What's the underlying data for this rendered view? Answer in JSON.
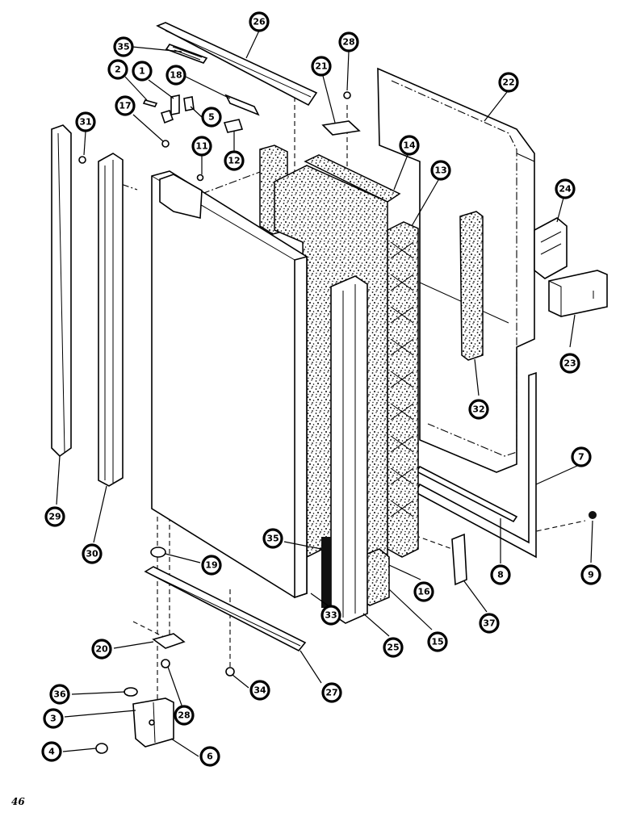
{
  "page_number": "46",
  "callouts": [
    {
      "label": "26",
      "part": "top-trim"
    },
    {
      "label": "35",
      "part": "top-foam-strip"
    },
    {
      "label": "2",
      "part": "screw"
    },
    {
      "label": "1",
      "part": "top-hinge-pin"
    },
    {
      "label": "18",
      "part": "hinge-bracket"
    },
    {
      "label": "5",
      "part": "hinge-plate"
    },
    {
      "label": "12",
      "part": "hinge-clip"
    },
    {
      "label": "17",
      "part": "bushing"
    },
    {
      "label": "11",
      "part": "screw"
    },
    {
      "label": "31",
      "part": "screw"
    },
    {
      "label": "28",
      "part": "screw"
    },
    {
      "label": "21",
      "part": "plate"
    },
    {
      "label": "22",
      "part": "inner-door-liner"
    },
    {
      "label": "14",
      "part": "top-breaker"
    },
    {
      "label": "13",
      "part": "side-breaker"
    },
    {
      "label": "24",
      "part": "shelf-rail"
    },
    {
      "label": "23",
      "part": "dairy-door"
    },
    {
      "label": "32",
      "part": "liner-rail"
    },
    {
      "label": "7",
      "part": "door-gasket"
    },
    {
      "label": "9",
      "part": "screw"
    },
    {
      "label": "8",
      "part": "gasket-retainer"
    },
    {
      "label": "37",
      "part": "filler"
    },
    {
      "label": "16",
      "part": "breaker"
    },
    {
      "label": "15",
      "part": "bottom-breaker"
    },
    {
      "label": "25",
      "part": "door-handle-channel"
    },
    {
      "label": "33",
      "part": "insulation"
    },
    {
      "label": "35",
      "part": "bottom-foam-strip"
    },
    {
      "label": "29",
      "part": "left-trim"
    },
    {
      "label": "30",
      "part": "side-trim"
    },
    {
      "label": "19",
      "part": "bottom-bushing"
    },
    {
      "label": "20",
      "part": "bottom-hinge-plate"
    },
    {
      "label": "27",
      "part": "bottom-trim"
    },
    {
      "label": "34",
      "part": "screw"
    },
    {
      "label": "36",
      "part": "washer"
    },
    {
      "label": "28",
      "part": "screw"
    },
    {
      "label": "3",
      "part": "bottom-hinge"
    },
    {
      "label": "4",
      "part": "screw"
    },
    {
      "label": "6",
      "part": "hinge-bracket"
    }
  ]
}
